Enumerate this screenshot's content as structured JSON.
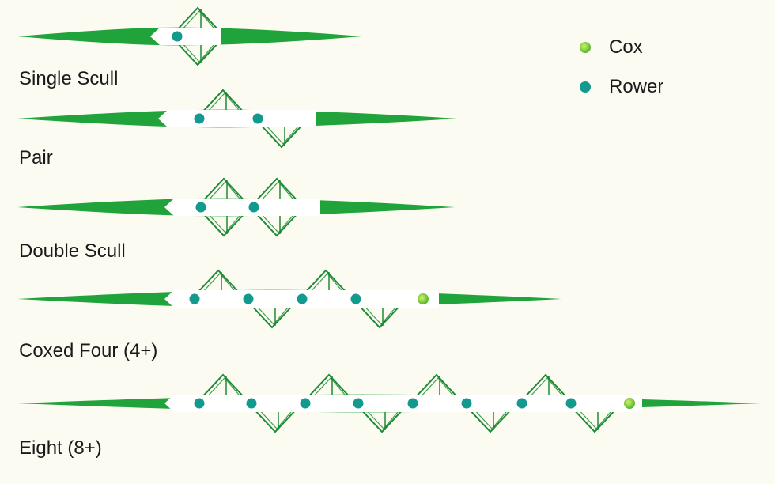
{
  "colors": {
    "hull": "#1fa33a",
    "rigger": "#1e8a34",
    "deck": "#ffffff",
    "rower": "#129a8e",
    "cox_light": "#b9e23a",
    "cox_dark": "#4fb82e",
    "background": "#fbfbf2"
  },
  "legend": {
    "cox_label": "Cox",
    "rower_label": "Rower"
  },
  "boats": [
    {
      "label": "Single Scull",
      "rowers": 1,
      "cox": false,
      "riggers": [
        {
          "side": "both"
        }
      ]
    },
    {
      "label": "Pair",
      "rowers": 2,
      "cox": false,
      "riggers": [
        {
          "side": "top"
        },
        {
          "side": "bottom"
        }
      ]
    },
    {
      "label": "Double Scull",
      "rowers": 2,
      "cox": false,
      "riggers": [
        {
          "side": "both"
        },
        {
          "side": "both"
        }
      ]
    },
    {
      "label": "Coxed Four (4+)",
      "rowers": 4,
      "cox": true,
      "riggers": [
        {
          "side": "top"
        },
        {
          "side": "bottom"
        },
        {
          "side": "top"
        },
        {
          "side": "bottom"
        }
      ]
    },
    {
      "label": "Eight (8+)",
      "rowers": 8,
      "cox": true,
      "riggers": [
        {
          "side": "top"
        },
        {
          "side": "bottom"
        },
        {
          "side": "top"
        },
        {
          "side": "bottom"
        },
        {
          "side": "top"
        },
        {
          "side": "bottom"
        },
        {
          "side": "top"
        },
        {
          "side": "bottom"
        }
      ]
    }
  ]
}
